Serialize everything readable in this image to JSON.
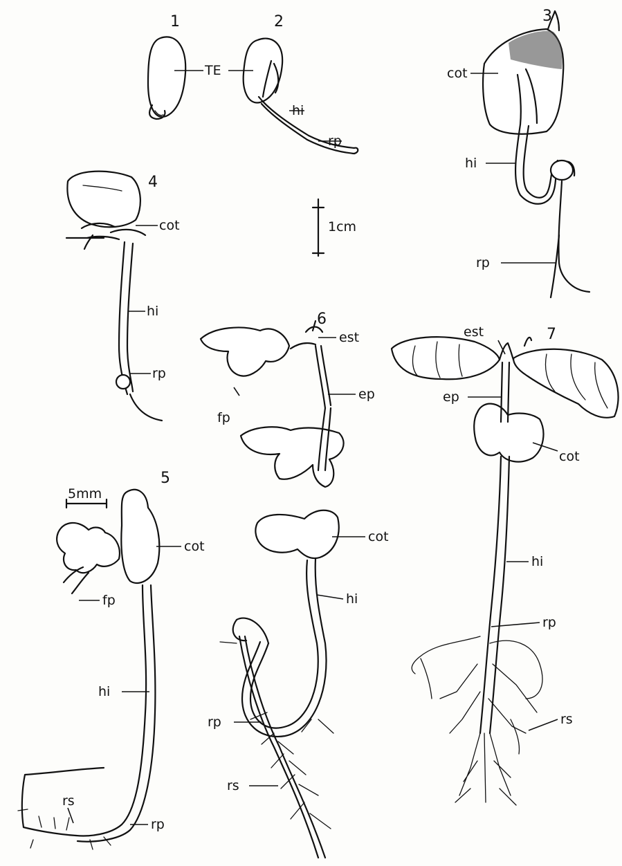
{
  "figure": {
    "stages": [
      {
        "number": "1",
        "labels": {
          "te": "TE"
        }
      },
      {
        "number": "2",
        "labels": {
          "te": "TE",
          "hi": "hi",
          "rp": "rp"
        }
      },
      {
        "number": "3",
        "labels": {
          "cot": "cot",
          "hi": "hi",
          "rp": "rp"
        }
      },
      {
        "number": "4",
        "labels": {
          "cot": "cot",
          "hi": "hi",
          "rp": "rp"
        }
      },
      {
        "number": "5",
        "labels": {
          "cot": "cot",
          "fp": "fp",
          "hi": "hi",
          "rs": "rs",
          "rp": "rp"
        }
      },
      {
        "number": "6",
        "labels": {
          "est": "est",
          "ep": "ep",
          "fp": "fp",
          "cot": "cot",
          "hi": "hi",
          "rp": "rp",
          "rs": "rs"
        }
      },
      {
        "number": "7",
        "labels": {
          "est": "est",
          "ep": "ep",
          "cot": "cot",
          "hi": "hi",
          "rp": "rp",
          "rs": "rs"
        }
      }
    ],
    "scale_bars": {
      "large": "1cm",
      "small": "5mm"
    }
  }
}
